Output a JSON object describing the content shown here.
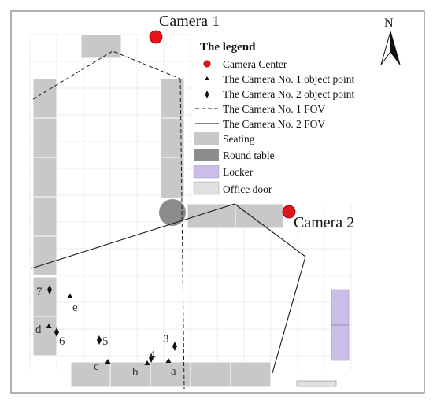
{
  "cameras": [
    {
      "label": "Camera 1",
      "color": "#e3141b"
    },
    {
      "label": "Camera 2",
      "color": "#e3141b"
    }
  ],
  "north_label": "N",
  "legend": {
    "title": "The legend",
    "items": [
      {
        "label": "Camera Center",
        "kind": "camera-dot"
      },
      {
        "label": "The Camera No. 1 object point",
        "kind": "triangle"
      },
      {
        "label": "The Camera No. 2 object point",
        "kind": "diamond"
      },
      {
        "label": "The Camera No. 1 FOV",
        "kind": "dashed-line"
      },
      {
        "label": "The Camera No. 2 FOV",
        "kind": "solid-line"
      },
      {
        "label": "Seating",
        "kind": "swatch",
        "color": "#c8c8c8"
      },
      {
        "label": "Round table",
        "kind": "swatch",
        "color": "#8c8c8c"
      },
      {
        "label": "Locker",
        "kind": "swatch",
        "color": "#cbbde8"
      },
      {
        "label": "Office door",
        "kind": "swatch",
        "color": "#e0e0e0"
      }
    ]
  },
  "camera1_points": [
    "a",
    "b",
    "c",
    "d",
    "e"
  ],
  "camera2_points": [
    "3",
    "4",
    "5",
    "6",
    "7"
  ],
  "colors": {
    "seating": "#c8c8c8",
    "round_table": "#8c8c8c",
    "locker": "#cbbde8",
    "office_door": "#e0e0e0",
    "grid": "#ececec",
    "camera": "#e3141b"
  }
}
